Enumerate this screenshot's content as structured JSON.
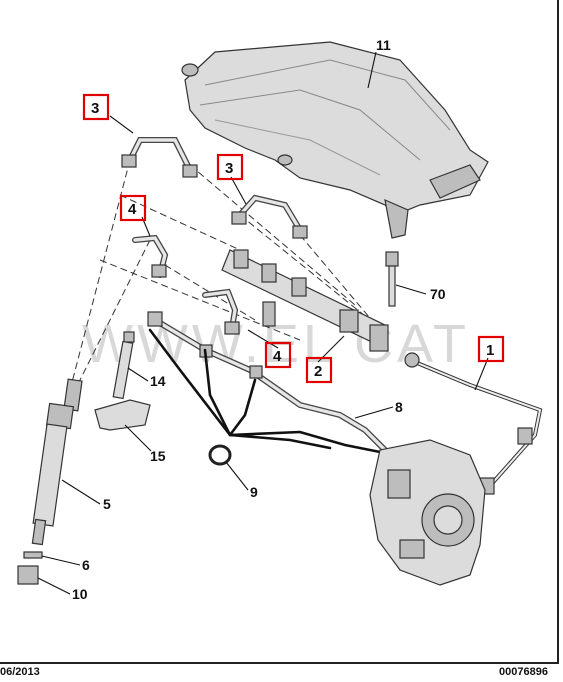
{
  "diagram": {
    "callouts": {
      "c11": "11",
      "c70": "70",
      "c8": "8",
      "c14": "14",
      "c15": "15",
      "c9": "9",
      "c5": "5",
      "c6": "6",
      "c10": "10"
    },
    "boxed_callouts": {
      "b3_left": "3",
      "b3_right": "3",
      "b4_upper": "4",
      "b4_lower": "4",
      "b2": "2",
      "b1": "1"
    },
    "box_color": "#e00000",
    "watermark": "WWW.EL CAT"
  },
  "footer": {
    "date": "06/2013",
    "reference": "00076896"
  }
}
